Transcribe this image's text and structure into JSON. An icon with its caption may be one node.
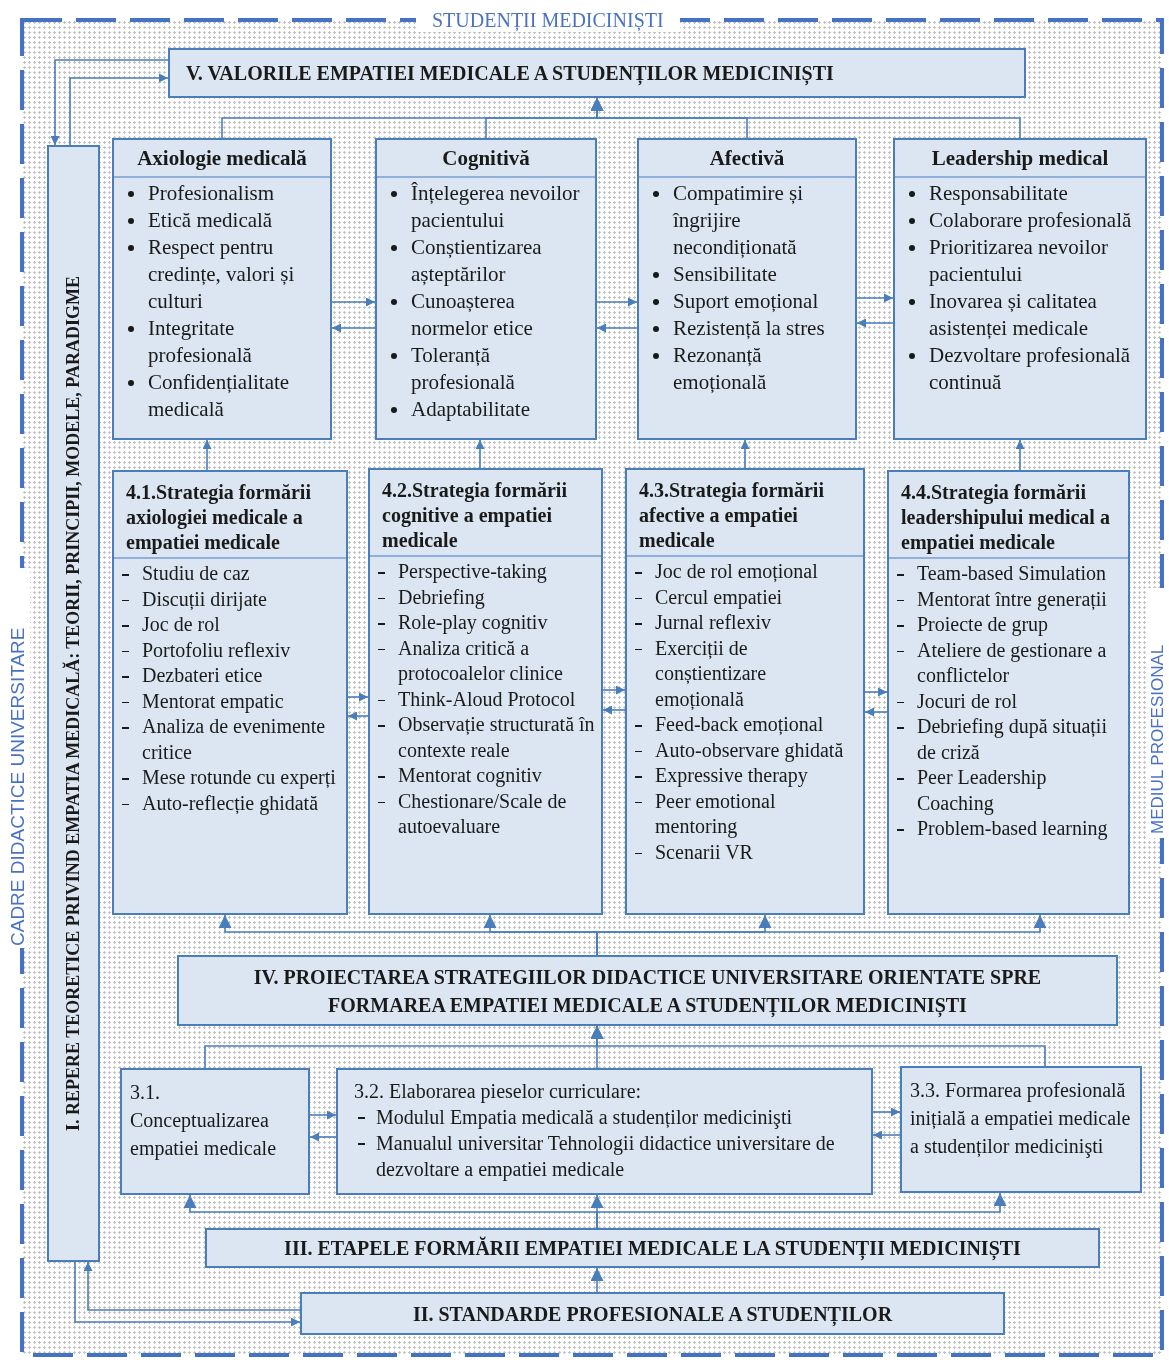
{
  "diagram": {
    "nodes": [
      {
        "text": [
          "STUDENȚII MEDICINIȘTI",
          "CADRE DIDACTICE UNIVERSITARE",
          "MEDIUL PROFESIONAL"
        ]
      },
      {
        "text": [
          "V. VALORILE EMPATIEI MEDICALE A STUDENȚILOR MEDICINIȘTI"
        ],
        "in": 0
      },
      {
        "text": [
          "I. REPERE TEORETICE PRIVIND EMPATIA MEDICALĂ: TEORII, PRINCIPII, MODELE, PARADIGME"
        ],
        "in": 0
      },
      {
        "text": [
          "Axiologie medicală",
          "Profesionalism",
          "Etică medicală",
          "Respect pentru credințe, valori și culturi",
          "Integritate profesională",
          "Confidențialitate medicală"
        ],
        "in": 0
      },
      {
        "text": [
          "Cognitivă",
          "Înțelegerea nevoilor pacientului",
          "Conștientizarea așteptărilor",
          "Cunoașterea normelor etice",
          "Toleranță profesională",
          "Adaptabilitate"
        ],
        "in": 0
      },
      {
        "text": [
          "Afectivă",
          "Compatimire și îngrijire necondiționată",
          "Sensibilitate",
          "Suport emoțional",
          "Rezistență la stres",
          "Rezonanță emoțională"
        ],
        "in": 0
      },
      {
        "text": [
          "Leadership medical",
          "Responsabilitate",
          "Colaborare profesională",
          "Prioritizarea nevoilor pacientului",
          "Inovarea și calitatea asistenței medicale",
          "Dezvoltare profesională continuă"
        ],
        "in": 0
      },
      {
        "text": [
          "4.1.Strategia formării axiologiei medicale a empatiei medicale",
          "Studiu de caz",
          "Discuții dirijate",
          "Joc de rol",
          "Portofoliu reflexiv",
          "Dezbateri etice",
          "Mentorat empatic",
          "Analiza de evenimente critice",
          "Mese rotunde cu experți",
          "Auto-reflecție ghidată"
        ],
        "in": 0
      },
      {
        "text": [
          "4.2.Strategia formării cognitive a empatiei medicale",
          "Perspective-taking",
          "Debriefing",
          "Role-play cognitiv",
          "Analiza critică a protocoalelor clinice",
          "Think-Aloud Protocol",
          "Observație structurată în contexte reale",
          "Mentorat cognitiv",
          "Chestionare/Scale de autoevaluare"
        ],
        "in": 0
      },
      {
        "text": [
          "4.3.Strategia formării afective a empatiei medicale",
          "Joc de rol emoțional",
          "Cercul empatiei",
          "Jurnal reflexiv",
          "Exerciții de conștientizare emoțională",
          "Feed-back emoțional",
          "Auto-observare ghidată",
          "Expressive therapy",
          "Peer emotional mentoring",
          "Scenarii VR"
        ],
        "in": 0
      },
      {
        "text": [
          "4.4.Strategia formării leadershipului medical a empatiei medicale",
          "Team-based Simulation",
          "Mentorat între generații",
          "Proiecte de grup",
          "Ateliere de gestionare a conflictelor",
          "Jocuri de rol",
          "Debriefing după situații de criză",
          "Peer Leadership Coaching",
          "Problem-based learning"
        ],
        "in": 0
      },
      {
        "text": [
          "IV. PROIECTAREA STRATEGIILOR DIDACTICE UNIVERSITARE ORIENTATE SPRE FORMAREA EMPATIEI MEDICALE A STUDENȚILOR MEDICINIȘTI"
        ],
        "in": 0
      },
      {
        "text": [
          "3.1. Conceptualizarea empatiei medicale"
        ],
        "in": 0
      },
      {
        "text": [
          "3.2. Elaborarea pieselor curriculare:",
          "Modulul Empatia medicală a studenților medicinişti",
          "Manualul universitar Tehnologii didactice universitare de dezvoltare a empatiei medicale"
        ],
        "in": 0
      },
      {
        "text": [
          "3.3. Formarea profesională inițială a empatiei medicale a studenților medicinişti"
        ],
        "in": 0
      },
      {
        "text": [
          "III. ETAPELE FORMĂRII EMPATIEI MEDICALE LA STUDENȚII MEDICINIȘTI"
        ],
        "in": 0
      },
      {
        "text": [
          "II. STANDARDE PROFESIONALE A STUDENȚILOR"
        ],
        "in": 0
      }
    ],
    "edges": [
      {
        "from": 3,
        "to": 1,
        "arrow": "to"
      },
      {
        "from": 4,
        "to": 1,
        "arrow": "to"
      },
      {
        "from": 5,
        "to": 1,
        "arrow": "to"
      },
      {
        "from": 6,
        "to": 1,
        "arrow": "to"
      },
      {
        "from": 3,
        "to": 4,
        "arrow": "to"
      },
      {
        "from": 4,
        "to": 3,
        "arrow": "to"
      },
      {
        "from": 4,
        "to": 5,
        "arrow": "to"
      },
      {
        "from": 5,
        "to": 4,
        "arrow": "to"
      },
      {
        "from": 5,
        "to": 6,
        "arrow": "to"
      },
      {
        "from": 6,
        "to": 5,
        "arrow": "to"
      },
      {
        "from": 7,
        "to": 3,
        "arrow": "to"
      },
      {
        "from": 8,
        "to": 4,
        "arrow": "to"
      },
      {
        "from": 9,
        "to": 5,
        "arrow": "to"
      },
      {
        "from": 10,
        "to": 6,
        "arrow": "to"
      },
      {
        "from": 7,
        "to": 8,
        "arrow": "to"
      },
      {
        "from": 8,
        "to": 7,
        "arrow": "to"
      },
      {
        "from": 8,
        "to": 9,
        "arrow": "to"
      },
      {
        "from": 9,
        "to": 8,
        "arrow": "to"
      },
      {
        "from": 9,
        "to": 10,
        "arrow": "to"
      },
      {
        "from": 10,
        "to": 9,
        "arrow": "to"
      },
      {
        "from": 11,
        "to": 7,
        "arrow": "to"
      },
      {
        "from": 11,
        "to": 8,
        "arrow": "to"
      },
      {
        "from": 11,
        "to": 9,
        "arrow": "to"
      },
      {
        "from": 11,
        "to": 10,
        "arrow": "to"
      },
      {
        "from": 12,
        "to": 11,
        "arrow": "to"
      },
      {
        "from": 13,
        "to": 11,
        "arrow": "to"
      },
      {
        "from": 14,
        "to": 11,
        "arrow": "to"
      },
      {
        "from": 12,
        "to": 13,
        "arrow": "to"
      },
      {
        "from": 13,
        "to": 12,
        "arrow": "to"
      },
      {
        "from": 13,
        "to": 14,
        "arrow": "to"
      },
      {
        "from": 14,
        "to": 13,
        "arrow": "to"
      },
      {
        "from": 15,
        "to": 12,
        "arrow": "to"
      },
      {
        "from": 15,
        "to": 13,
        "arrow": "to"
      },
      {
        "from": 15,
        "to": 14,
        "arrow": "to"
      },
      {
        "from": 16,
        "to": 15,
        "arrow": "to"
      },
      {
        "from": 1,
        "to": 2,
        "arrow": "to"
      },
      {
        "from": 2,
        "to": 1,
        "arrow": "to"
      },
      {
        "from": 16,
        "to": 2,
        "arrow": "to"
      },
      {
        "from": 2,
        "to": 16,
        "arrow": "to"
      }
    ]
  }
}
